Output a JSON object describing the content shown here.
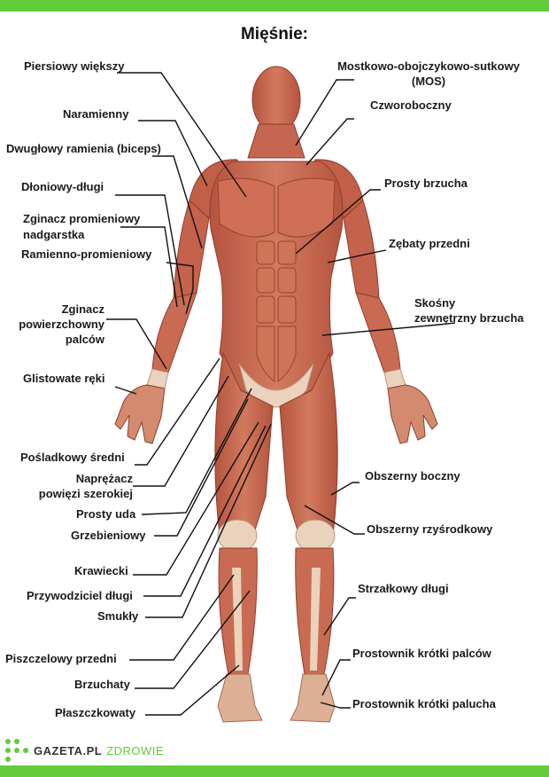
{
  "title": "Mięśnie:",
  "colors": {
    "accent": "#62cc3a",
    "muscle": "#c9684f",
    "muscle_dark": "#a9493a",
    "tendon": "#ecd7c2",
    "skin": "#e8b094"
  },
  "labels": {
    "piersiowy": "Piersiowy większy",
    "naramienny": "Naramienny",
    "biceps": "Dwugłowy ramienia (biceps)",
    "dloniowy": "Dłoniowy-długi",
    "zginacz_prom_1": "Zginacz promieniowy",
    "zginacz_prom_2": "nadgarstka",
    "ramienno": "Ramienno-promieniowy",
    "zginacz_pow_1": "Zginacz",
    "zginacz_pow_2": "powierzchowny",
    "zginacz_pow_3": "palców",
    "glistowate": "Glistowate ręki",
    "posladkowy": "Pośladkowy średni",
    "napinacz_1": "Naprężacz",
    "napinacz_2": "powięzi szerokiej",
    "prosty_uda": "Prosty uda",
    "grzebieniowy": "Grzebieniowy",
    "krawiecki": "Krawiecki",
    "przywodziciel": "Przywodziciel długi",
    "smukly": "Smukły",
    "piszczelowy": "Piszczelowy przedni",
    "brzuchaty": "Brzuchaty",
    "plaszczkowaty": "Płaszczkowaty",
    "mostkowo_1": "Mostkowo-obojczykowo-sutkowy",
    "mostkowo_2": "(MOS)",
    "czworoboczny": "Czworoboczny",
    "prosty_brzucha": "Prosty brzucha",
    "zebaty": "Zębaty przedni",
    "skosny_1": "Skośny",
    "skosny_2": "zewnętrzny brzucha",
    "obszerny_boczny": "Obszerny boczny",
    "obszerny_przysr": "Obszerny rzyśrodkowy",
    "strzalkowy": "Strzałkowy długi",
    "prostownik_palcow": "Prostownik krótki palców",
    "prostownik_palucha": "Prostownik krótki palucha"
  },
  "logo": {
    "brand": "GAZETA.PL",
    "section": "ZDROWIE"
  }
}
